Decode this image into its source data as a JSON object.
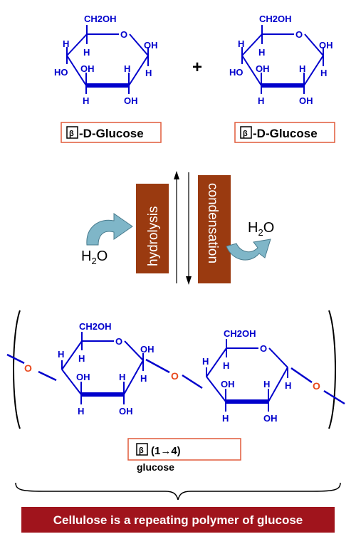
{
  "molecule_labels": {
    "ch2oh": "CH2OH",
    "o": "O",
    "oh": "OH",
    "h": "H",
    "ho": "HO"
  },
  "glucose_left_label": {
    "symbol": "β",
    "name": "-D-Glucose"
  },
  "glucose_right_label": {
    "symbol": "β",
    "name": "-D-Glucose"
  },
  "plus_sign": "+",
  "reaction": {
    "hydrolysis": "hydrolysis",
    "condensation": "condensation",
    "water_left": {
      "base": "H",
      "sub": "2",
      "tail": "O"
    },
    "water_right": {
      "base": "H",
      "sub": "2",
      "tail": "O"
    }
  },
  "polymer": {
    "link_oxygen": "O",
    "linkage_label": {
      "symbol": "β",
      "text": "(1→4)",
      "second_line": "glucose"
    }
  },
  "banner": "Cellulose is a repeating polymer of glucose",
  "colors": {
    "bonds": "#0000cc",
    "linkage_oxygen": "#e8481c",
    "label_box_border": "#e05a3a",
    "process_box": "#9a3a10",
    "banner_bg": "#a0141c",
    "arrow_fill": "#7fb6c8"
  }
}
